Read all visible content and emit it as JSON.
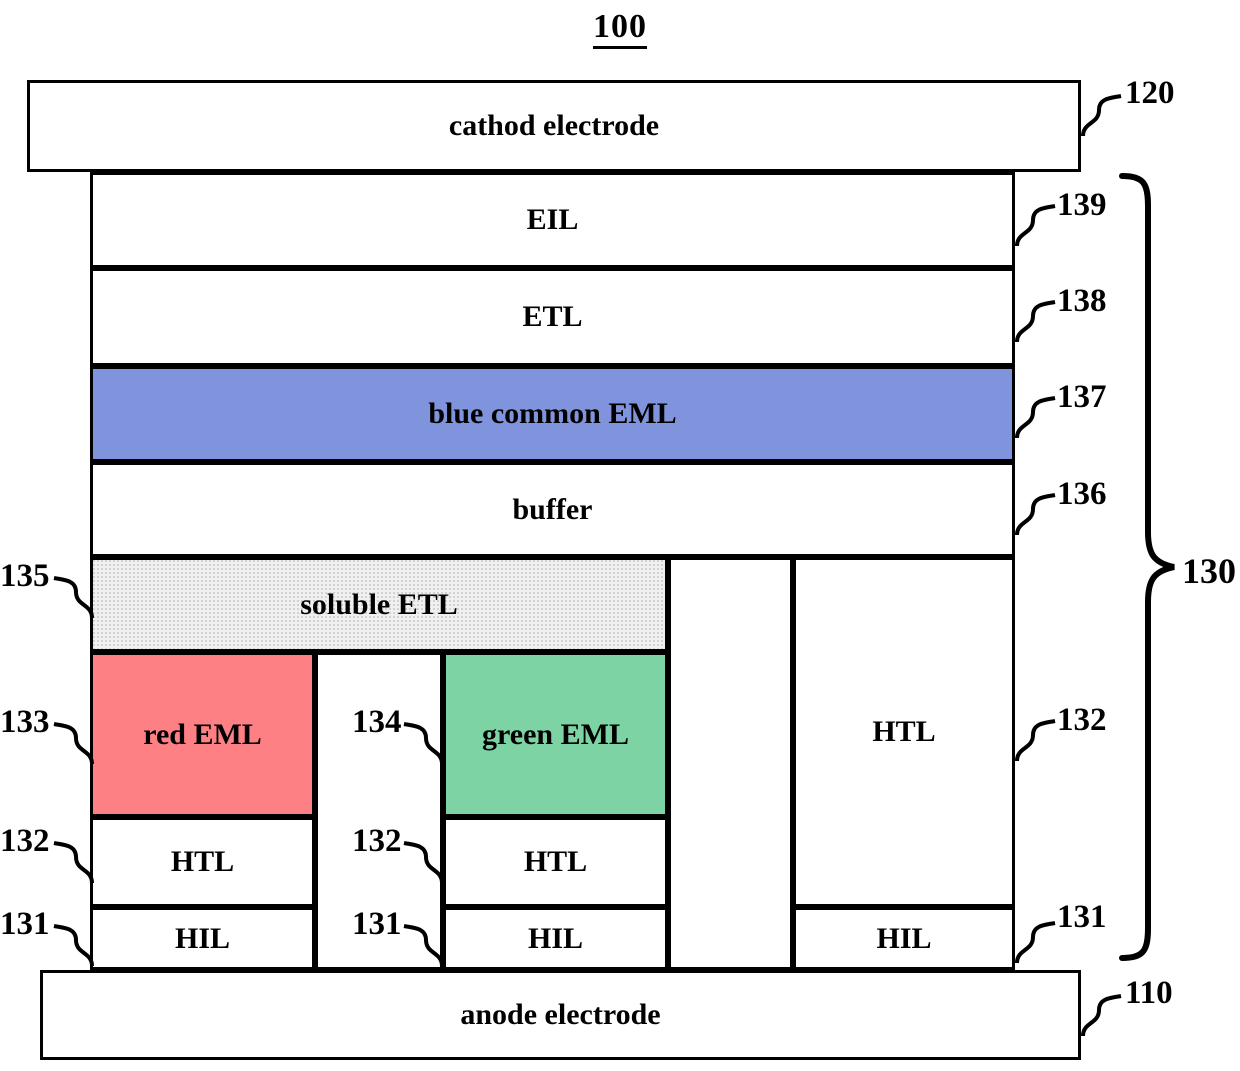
{
  "figure": {
    "number": "100",
    "title_underlined": true
  },
  "palette": {
    "outline": "#000000",
    "background": "#ffffff",
    "blue_eml": "#8094dd",
    "red_eml": "#fc8084",
    "green_eml": "#7dd3a4",
    "soluble_etl": "#f0f0f0"
  },
  "layers": {
    "cathode": {
      "label": "cathod electrode",
      "ref": "120"
    },
    "eil": {
      "label": "EIL",
      "ref": "139"
    },
    "etl": {
      "label": "ETL",
      "ref": "138"
    },
    "blue_eml": {
      "label": "blue common EML",
      "ref": "137"
    },
    "buffer": {
      "label": "buffer",
      "ref": "136"
    },
    "soluble_etl": {
      "label": "soluble ETL",
      "ref": "135"
    },
    "red_eml": {
      "label": "red EML",
      "ref": "133"
    },
    "green_eml": {
      "label": "green EML",
      "ref": "134"
    },
    "red_htl": {
      "label": "HTL",
      "ref": "132"
    },
    "red_hil": {
      "label": "HIL",
      "ref": "131"
    },
    "green_htl": {
      "label": "HTL",
      "ref": "132"
    },
    "green_hil": {
      "label": "HIL",
      "ref": "131"
    },
    "blue_htl": {
      "label": "HTL",
      "ref": "132"
    },
    "blue_hil": {
      "label": "HIL",
      "ref": "131"
    },
    "anode": {
      "label": "anode electrode",
      "ref": "110"
    }
  },
  "groups": {
    "organic_stack": {
      "ref": "130"
    }
  },
  "refs": {
    "r120": "120",
    "r139": "139",
    "r138": "138",
    "r137": "137",
    "r136": "136",
    "r135": "135",
    "r133": "133",
    "r134": "134",
    "r132_left": "132",
    "r132_mid": "132",
    "r132_right": "132",
    "r131_left": "131",
    "r131_mid": "131",
    "r131_right": "131",
    "r130": "130",
    "r110": "110"
  }
}
